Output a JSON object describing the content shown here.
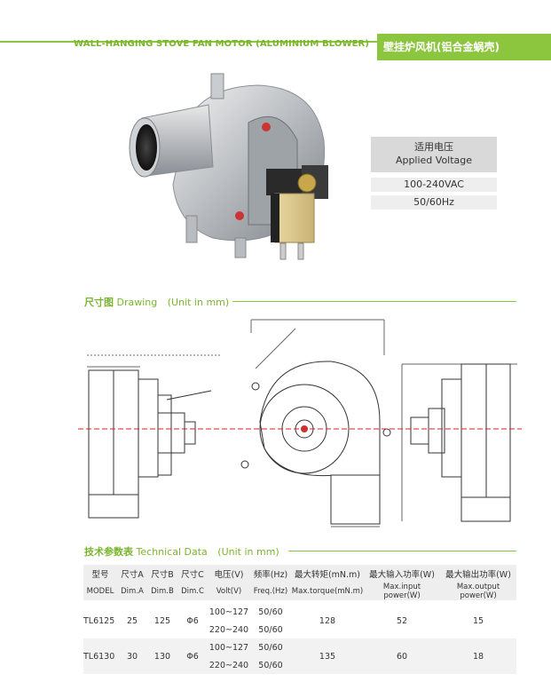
{
  "header": {
    "title_en": "WALL-HANGING STOVE FAN MOTOR (ALUMINIUM BLOWER)",
    "title_cn": "壁挂炉风机(铝合金蜗壳)"
  },
  "voltage_box": {
    "title_cn": "适用电压",
    "title_en": "Applied Voltage",
    "voltage": "100-240VAC",
    "frequency": "50/60Hz"
  },
  "drawing_section": {
    "title_cn": "尺寸图",
    "title_en": "Drawing",
    "unit": "(Unit in mm)"
  },
  "tech_section": {
    "title_cn": "技术参数表",
    "title_en": "Technical Data",
    "unit": "(Unit in mm)"
  },
  "spec_table": {
    "headers_cn": [
      "型号",
      "尺寸A",
      "尺寸B",
      "尺寸C",
      "电压(V)",
      "频率(Hz)",
      "最大转矩(mN.m)",
      "最大输入功率(W)",
      "最大输出功率(W)"
    ],
    "headers_en": [
      "MODEL",
      "Dim.A",
      "Dim.B",
      "Dim.C",
      "Volt(V)",
      "Freq.(Hz)",
      "Max.torque(mN.m)",
      "Max.input power(W)",
      "Max.output power(W)"
    ],
    "rows": [
      {
        "model": "TL6125",
        "dim_a": "25",
        "dim_b": "125",
        "dim_c": "Φ6",
        "volt_1": "100~127",
        "volt_2": "220~240",
        "freq_1": "50/60",
        "freq_2": "50/60",
        "torque": "128",
        "input": "52",
        "output": "15"
      },
      {
        "model": "TL6130",
        "dim_a": "30",
        "dim_b": "130",
        "dim_c": "Φ6",
        "volt_1": "100~127",
        "volt_2": "220~240",
        "freq_1": "50/60",
        "freq_2": "50/60",
        "torque": "135",
        "input": "60",
        "output": "18"
      }
    ]
  },
  "colors": {
    "accent": "#8cc63f",
    "accent_text": "#7ab52e",
    "header_bg": "#d9d9d9",
    "row_bg": "#eeeeee"
  }
}
